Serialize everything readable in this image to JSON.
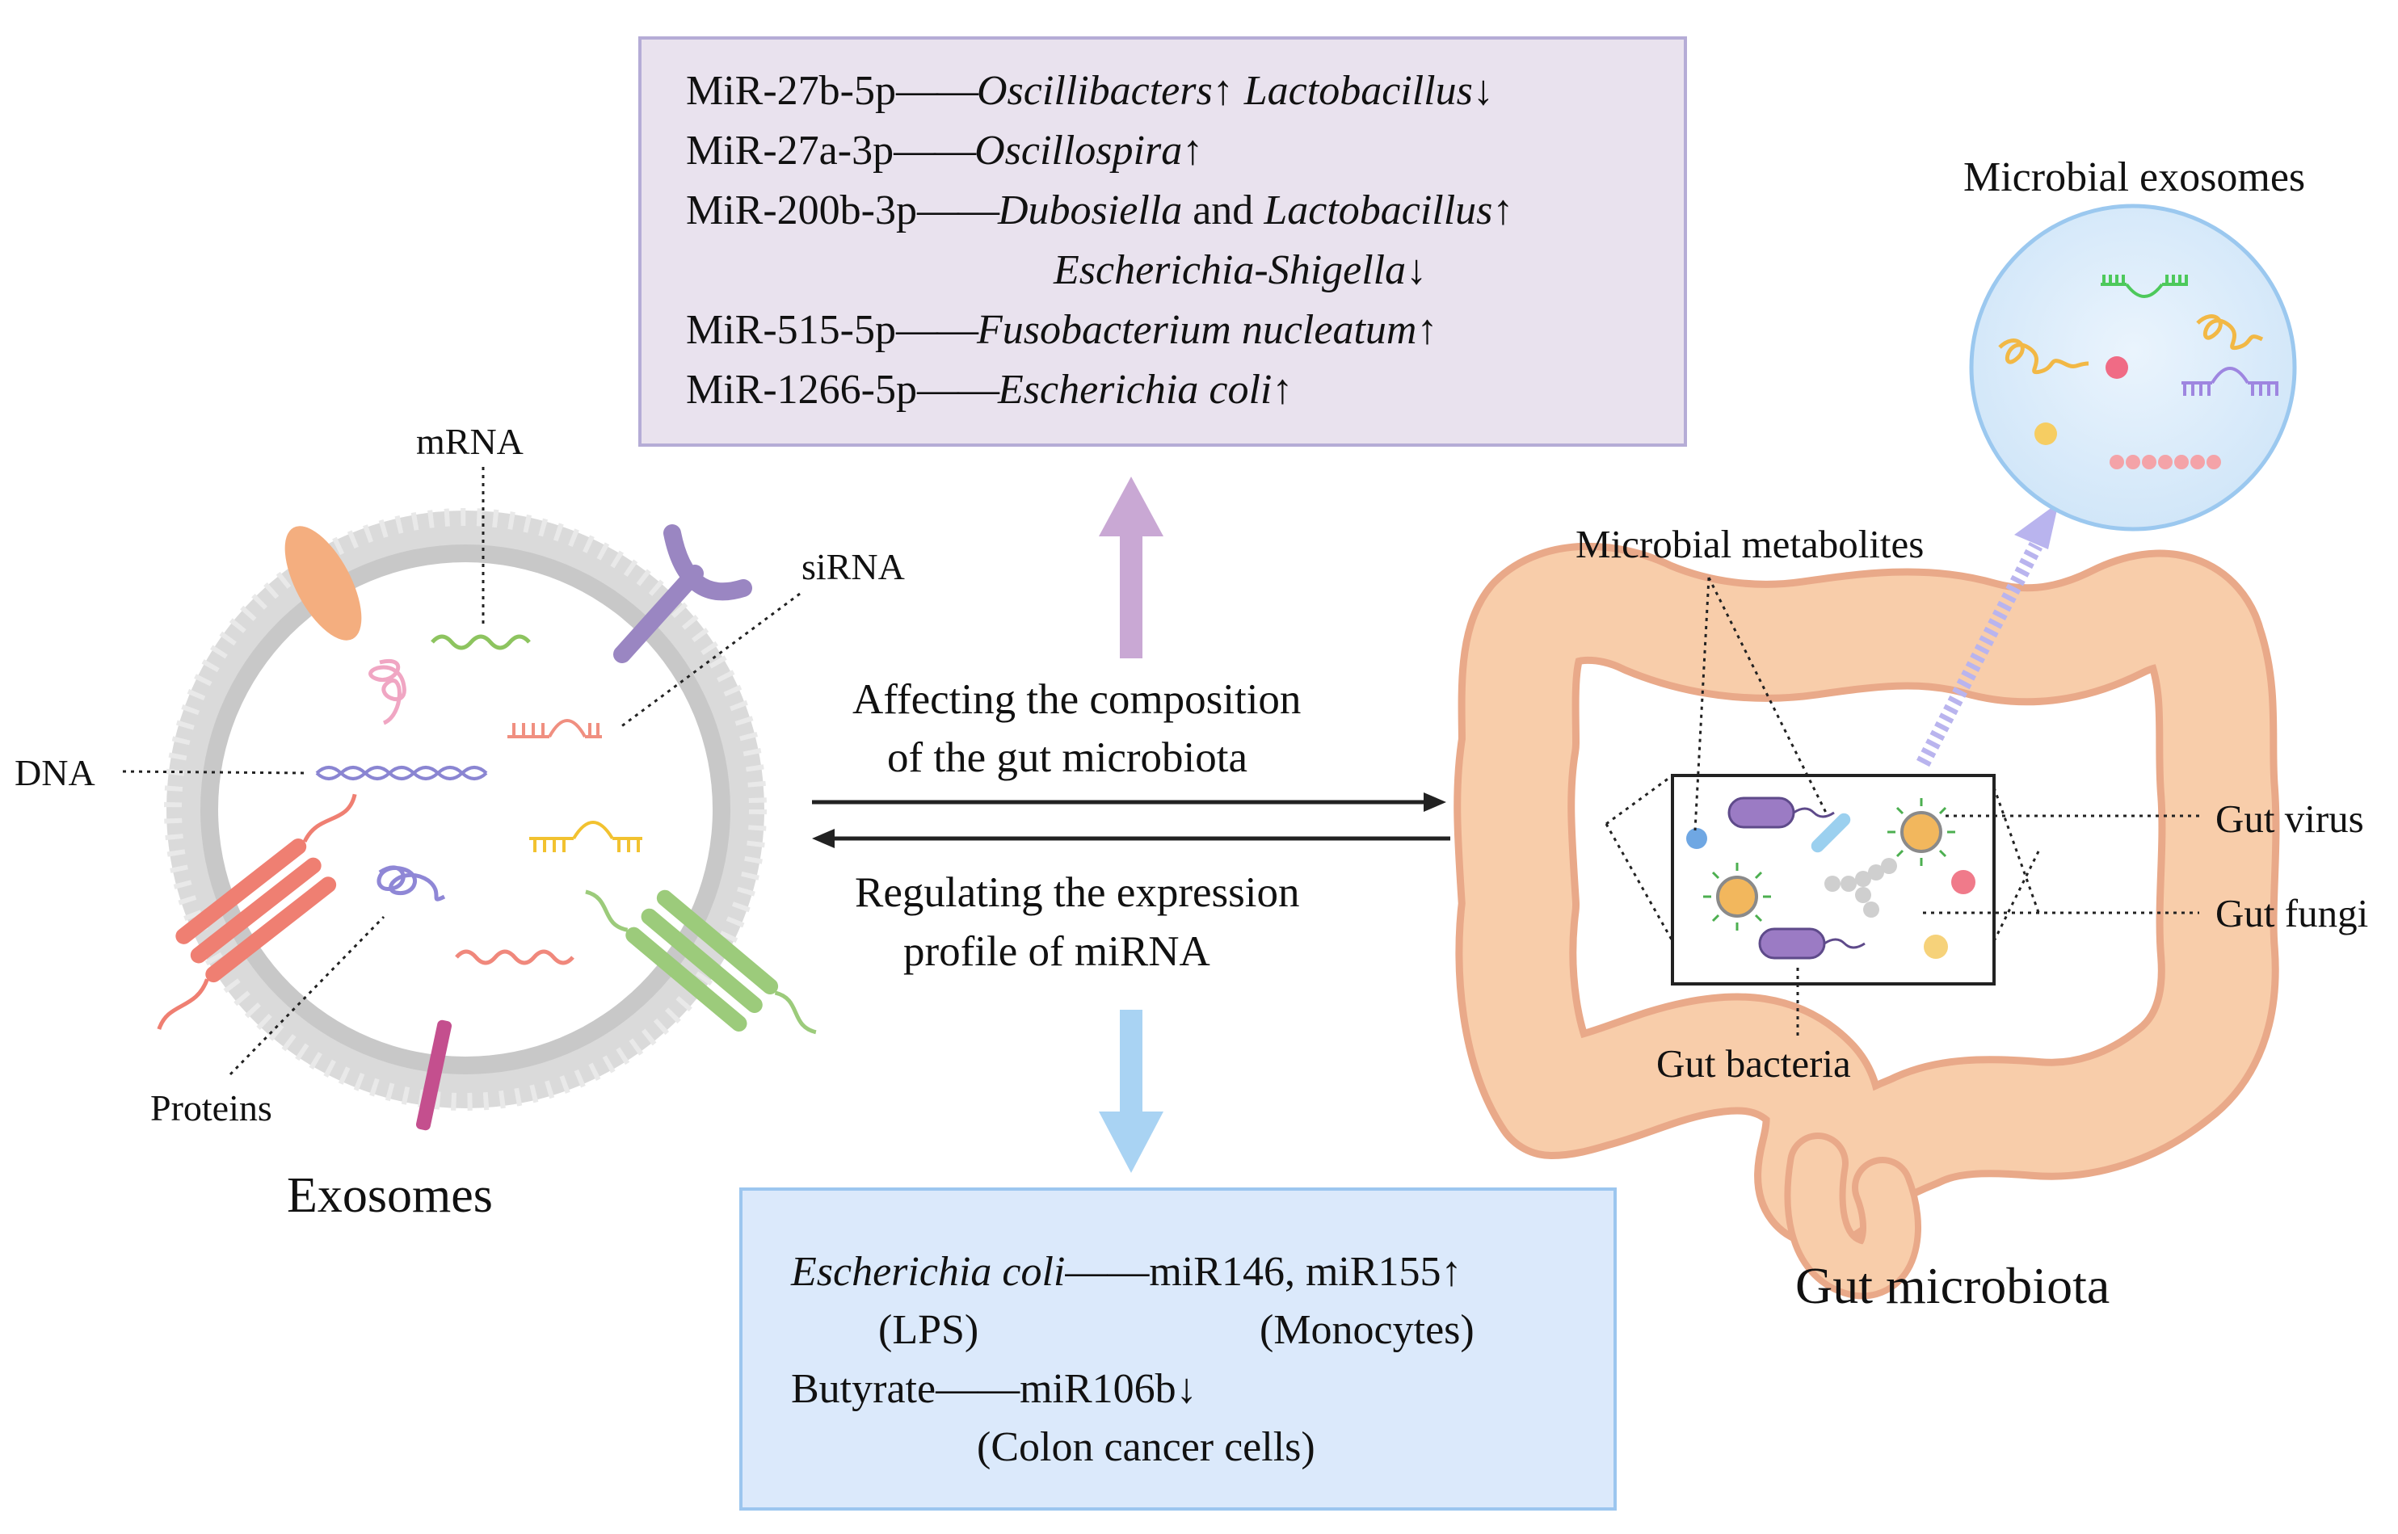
{
  "top_box": {
    "rows": [
      {
        "mirna": "MiR-27b-5p",
        "dash": "——",
        "parts": [
          {
            "t": "Oscillibacters",
            "i": true
          },
          {
            "t": "↑ ",
            "i": false
          },
          {
            "t": "Lactobacillus",
            "i": true
          },
          {
            "t": "↓",
            "i": false
          }
        ]
      },
      {
        "mirna": "MiR-27a-3p",
        "dash": "——",
        "parts": [
          {
            "t": "Oscillospira",
            "i": true
          },
          {
            "t": "↑",
            "i": false
          }
        ]
      },
      {
        "mirna": "MiR-200b-3p",
        "dash": "——",
        "parts": [
          {
            "t": "Dubosiella",
            "i": true
          },
          {
            "t": " and ",
            "i": false
          },
          {
            "t": "Lactobacillus",
            "i": true
          },
          {
            "t": "↑",
            "i": false
          }
        ]
      },
      {
        "mirna": "",
        "dash": "",
        "parts": [
          {
            "t": "Escherichia-Shigella",
            "i": true
          },
          {
            "t": "↓",
            "i": false
          }
        ]
      },
      {
        "mirna": "MiR-515-5p",
        "dash": "——",
        "parts": [
          {
            "t": "Fusobacterium nucleatum",
            "i": true
          },
          {
            "t": "↑",
            "i": false
          }
        ]
      },
      {
        "mirna": "MiR-1266-5p",
        "dash": "——",
        "parts": [
          {
            "t": "Escherichia coli",
            "i": true
          },
          {
            "t": "↑",
            "i": false
          }
        ]
      }
    ]
  },
  "bottom_box": {
    "line1_species": "Escherichia coli",
    "line1_dash": "——",
    "line1_target": "miR146, miR155↑",
    "line2_left": "(LPS)",
    "line2_right": "(Monocytes)",
    "line3_left": "Butyrate",
    "line3_dash": "——",
    "line3_target": "miR106b↓",
    "line4": "(Colon cancer cells)"
  },
  "arrows": {
    "forward_label_1": "Affecting the composition",
    "forward_label_2": "of the gut microbiota",
    "backward_label_1": "Regulating the expression",
    "backward_label_2": "profile of miRNA"
  },
  "exosome": {
    "title": "Exosomes",
    "labels": {
      "mrna": "mRNA",
      "sirna": "siRNA",
      "dna": "DNA",
      "proteins": "Proteins"
    }
  },
  "gut": {
    "title": "Gut microbiota",
    "labels": {
      "metabolites": "Microbial metabolites",
      "virus": "Gut virus",
      "fungi": "Gut fungi",
      "bacteria": "Gut bacteria",
      "microbial_exosomes": "Microbial exosomes"
    }
  },
  "colors": {
    "top_box_fill": "#e9e2ee",
    "top_box_border": "#b5acd6",
    "bottom_box_fill": "#dbe9fb",
    "bottom_box_border": "#9cc6ef",
    "up_arrow": "#c9a8d4",
    "down_arrow": "#a9d3f3",
    "colon_fill": "#f6c9a6",
    "colon_stroke": "#e8a98a",
    "membrane": "#cfcfcf",
    "microbial_exosome_fill": "#d7ebfb"
  }
}
